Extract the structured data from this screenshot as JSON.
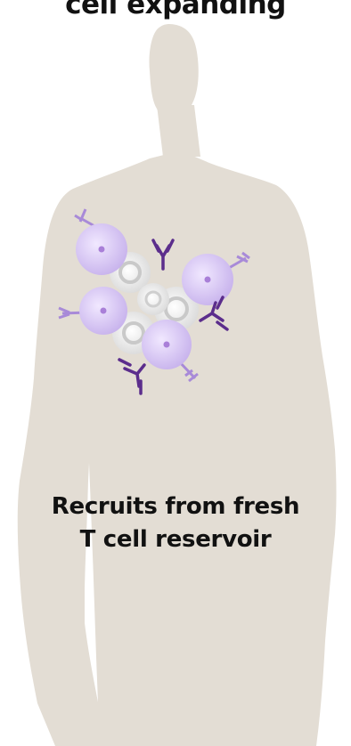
{
  "header": {
    "partial_text": "cell expanding"
  },
  "caption": {
    "line1": "Recruits from fresh",
    "line2": "T cell reservoir"
  },
  "colors": {
    "body": "#e3ddd4",
    "t_cell": "#cdb7ee",
    "t_cell_core": "#a97fd8",
    "antibody": "#5b2d8c",
    "tumor_cell": "#e9e9e9",
    "text": "#111111"
  },
  "icons": [
    "human-silhouette",
    "t-cell-icon",
    "antibody-icon",
    "tumor-cell-icon"
  ]
}
